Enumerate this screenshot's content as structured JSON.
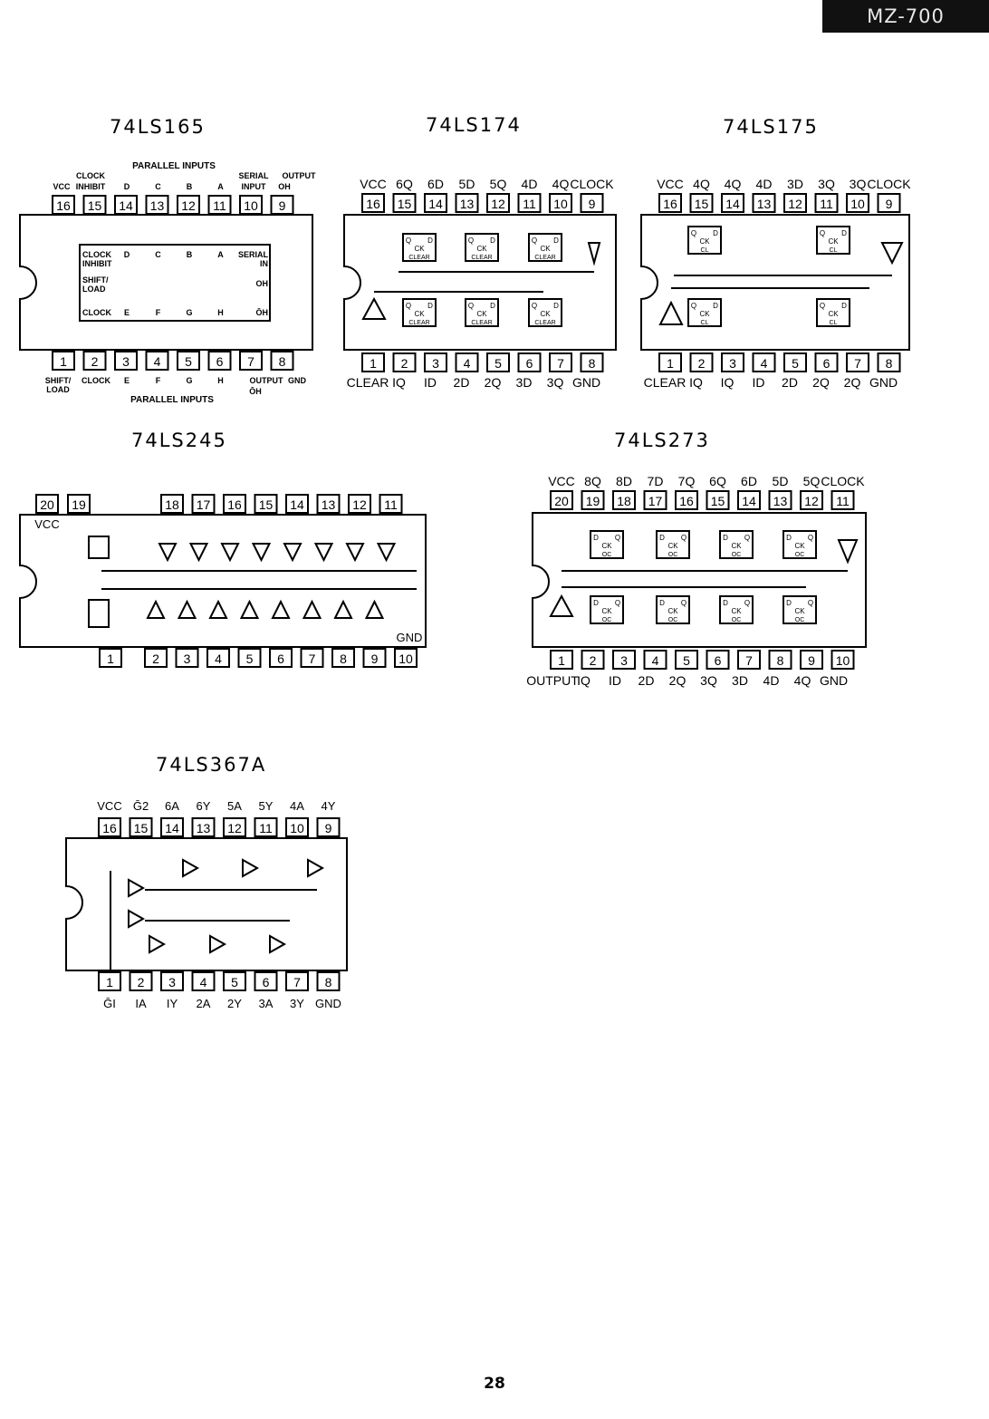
{
  "header": {
    "model": "MZ-700"
  },
  "page_number": "28",
  "chips": {
    "c165": {
      "title": "74LS165",
      "top_pins": [
        "16",
        "15",
        "14",
        "13",
        "12",
        "11",
        "10",
        "9"
      ],
      "bottom_pins": [
        "1",
        "2",
        "3",
        "4",
        "5",
        "6",
        "7",
        "8"
      ],
      "top_group": "PARALLEL INPUTS",
      "top_names": [
        "VCC",
        "CLOCK",
        "INHIBIT",
        "D",
        "C",
        "B",
        "A",
        "SERIAL",
        "INPUT",
        "OUTPUT",
        "OH"
      ],
      "bottom_names": [
        "SHIFT/",
        "LOAD",
        "CLOCK",
        "E",
        "F",
        "G",
        "H",
        "OUTPUT",
        "ŌH",
        "GND"
      ],
      "bottom_group": "PARALLEL INPUTS",
      "inside": [
        "CLOCK",
        "INHIBIT",
        "D",
        "C",
        "B",
        "A",
        "SERIAL",
        "IN",
        "SHIFT/",
        "LOAD",
        "OH",
        "CLOCK",
        "E",
        "F",
        "G",
        "H",
        "ŌH"
      ]
    },
    "c174": {
      "title": "74LS174",
      "top_pins": [
        "16",
        "15",
        "14",
        "13",
        "12",
        "11",
        "10",
        "9"
      ],
      "bottom_pins": [
        "1",
        "2",
        "3",
        "4",
        "5",
        "6",
        "7",
        "8"
      ],
      "top_names": [
        "VCC",
        "6Q",
        "6D",
        "5D",
        "5Q",
        "4D",
        "4Q",
        "CLOCK"
      ],
      "bottom_names": [
        "CLEAR",
        "IQ",
        "ID",
        "2D",
        "2Q",
        "3D",
        "3Q",
        "GND"
      ],
      "ff": [
        "Q",
        "D",
        "CK",
        "CLEAR"
      ]
    },
    "c175": {
      "title": "74LS175",
      "top_pins": [
        "16",
        "15",
        "14",
        "13",
        "12",
        "11",
        "10",
        "9"
      ],
      "bottom_pins": [
        "1",
        "2",
        "3",
        "4",
        "5",
        "6",
        "7",
        "8"
      ],
      "top_names": [
        "VCC",
        "4Q",
        "4Q",
        "4D",
        "3D",
        "3Q",
        "3Q",
        "CLOCK"
      ],
      "bottom_names": [
        "CLEAR",
        "IQ",
        "IQ",
        "ID",
        "2D",
        "2Q",
        "2Q",
        "GND"
      ],
      "ff": [
        "Q",
        "D",
        "CK",
        "CL"
      ]
    },
    "c245": {
      "title": "74LS245",
      "top_pins": [
        "20",
        "19",
        "18",
        "17",
        "16",
        "15",
        "14",
        "13",
        "12",
        "11"
      ],
      "bottom_pins": [
        "1",
        "2",
        "3",
        "4",
        "5",
        "6",
        "7",
        "8",
        "9",
        "10"
      ],
      "vcc": "VCC",
      "gnd": "GND"
    },
    "c273": {
      "title": "74LS273",
      "top_pins": [
        "20",
        "19",
        "18",
        "17",
        "16",
        "15",
        "14",
        "13",
        "12",
        "11"
      ],
      "bottom_pins": [
        "1",
        "2",
        "3",
        "4",
        "5",
        "6",
        "7",
        "8",
        "9",
        "10"
      ],
      "top_names": [
        "VCC",
        "8Q",
        "8D",
        "7D",
        "7Q",
        "6Q",
        "6D",
        "5D",
        "5Q",
        "CLOCK"
      ],
      "bottom_names": [
        "OUTPUT",
        "IQ",
        "ID",
        "2D",
        "2Q",
        "3Q",
        "3D",
        "4D",
        "4Q",
        "GND"
      ],
      "ff": [
        "D",
        "Q",
        "CK",
        "OC"
      ]
    },
    "c367": {
      "title": "74LS367A",
      "top_pins": [
        "16",
        "15",
        "14",
        "13",
        "12",
        "11",
        "10",
        "9"
      ],
      "bottom_pins": [
        "1",
        "2",
        "3",
        "4",
        "5",
        "6",
        "7",
        "8"
      ],
      "top_names": [
        "VCC",
        "Ḡ2",
        "6A",
        "6Y",
        "5A",
        "5Y",
        "4A",
        "4Y"
      ],
      "bottom_names": [
        "ḠI",
        "IA",
        "IY",
        "2A",
        "2Y",
        "3A",
        "3Y",
        "GND"
      ]
    }
  }
}
